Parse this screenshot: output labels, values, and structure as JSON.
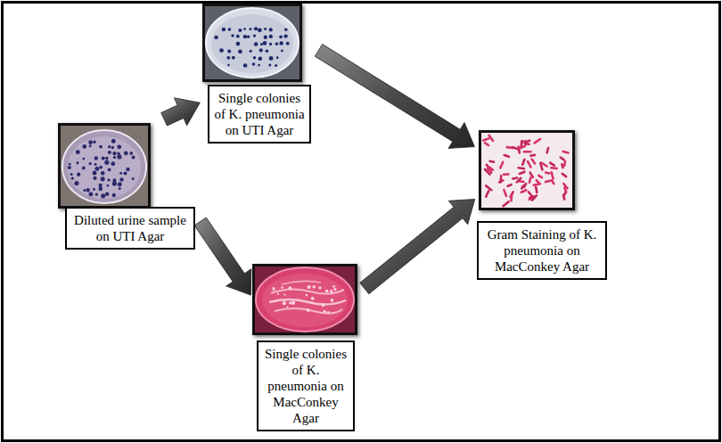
{
  "diagram": {
    "nodes": [
      {
        "text": [
          "Diluted urine sample on UTI Agar"
        ]
      },
      {
        "text": [
          "Single colonies of K. pneumonia on UTI Agar"
        ]
      },
      {
        "text": [
          "Single colonies of K. pneumonia on MacConkey Agar"
        ]
      },
      {
        "text": [
          "Gram Staining of K. pneumonia on MacConkey Agar"
        ]
      }
    ],
    "edges": [
      {
        "from": 0,
        "to": 1,
        "arrow": "to"
      },
      {
        "from": 0,
        "to": 2,
        "arrow": "to"
      },
      {
        "from": 1,
        "to": 3,
        "arrow": "to"
      },
      {
        "from": 2,
        "to": 3,
        "arrow": "to"
      }
    ]
  }
}
